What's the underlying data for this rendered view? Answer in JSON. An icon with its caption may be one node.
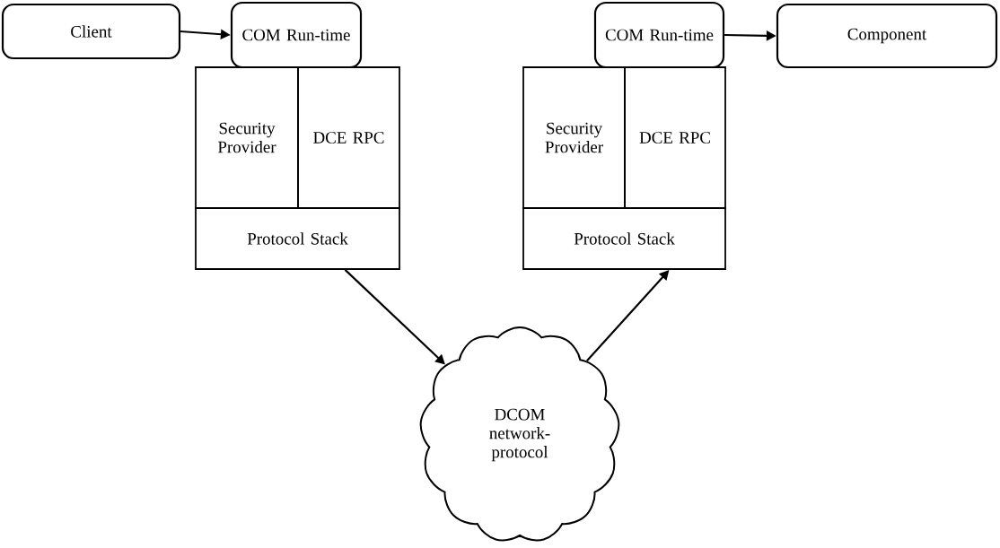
{
  "diagram": {
    "nodes": [
      {
        "text": [
          "Client"
        ]
      },
      {
        "text": [
          "COM Run-time"
        ]
      },
      {
        "text": [
          "Security Provider"
        ]
      },
      {
        "text": [
          "DCE RPC"
        ]
      },
      {
        "text": [
          "Protocol Stack"
        ]
      },
      {
        "text": [
          "COM Run-time"
        ]
      },
      {
        "text": [
          "Security Provider"
        ]
      },
      {
        "text": [
          "DCE RPC"
        ]
      },
      {
        "text": [
          "Protocol Stack"
        ]
      },
      {
        "text": [
          "Component"
        ]
      },
      {
        "text": [
          "DCOM network-protocol"
        ]
      }
    ],
    "edges": [
      {
        "from": 0,
        "to": 1,
        "arrow": "to"
      },
      {
        "from": 5,
        "to": 9,
        "arrow": "to"
      },
      {
        "from": 4,
        "to": 10,
        "arrow": "to"
      },
      {
        "from": 10,
        "to": 8,
        "arrow": "to"
      }
    ]
  }
}
